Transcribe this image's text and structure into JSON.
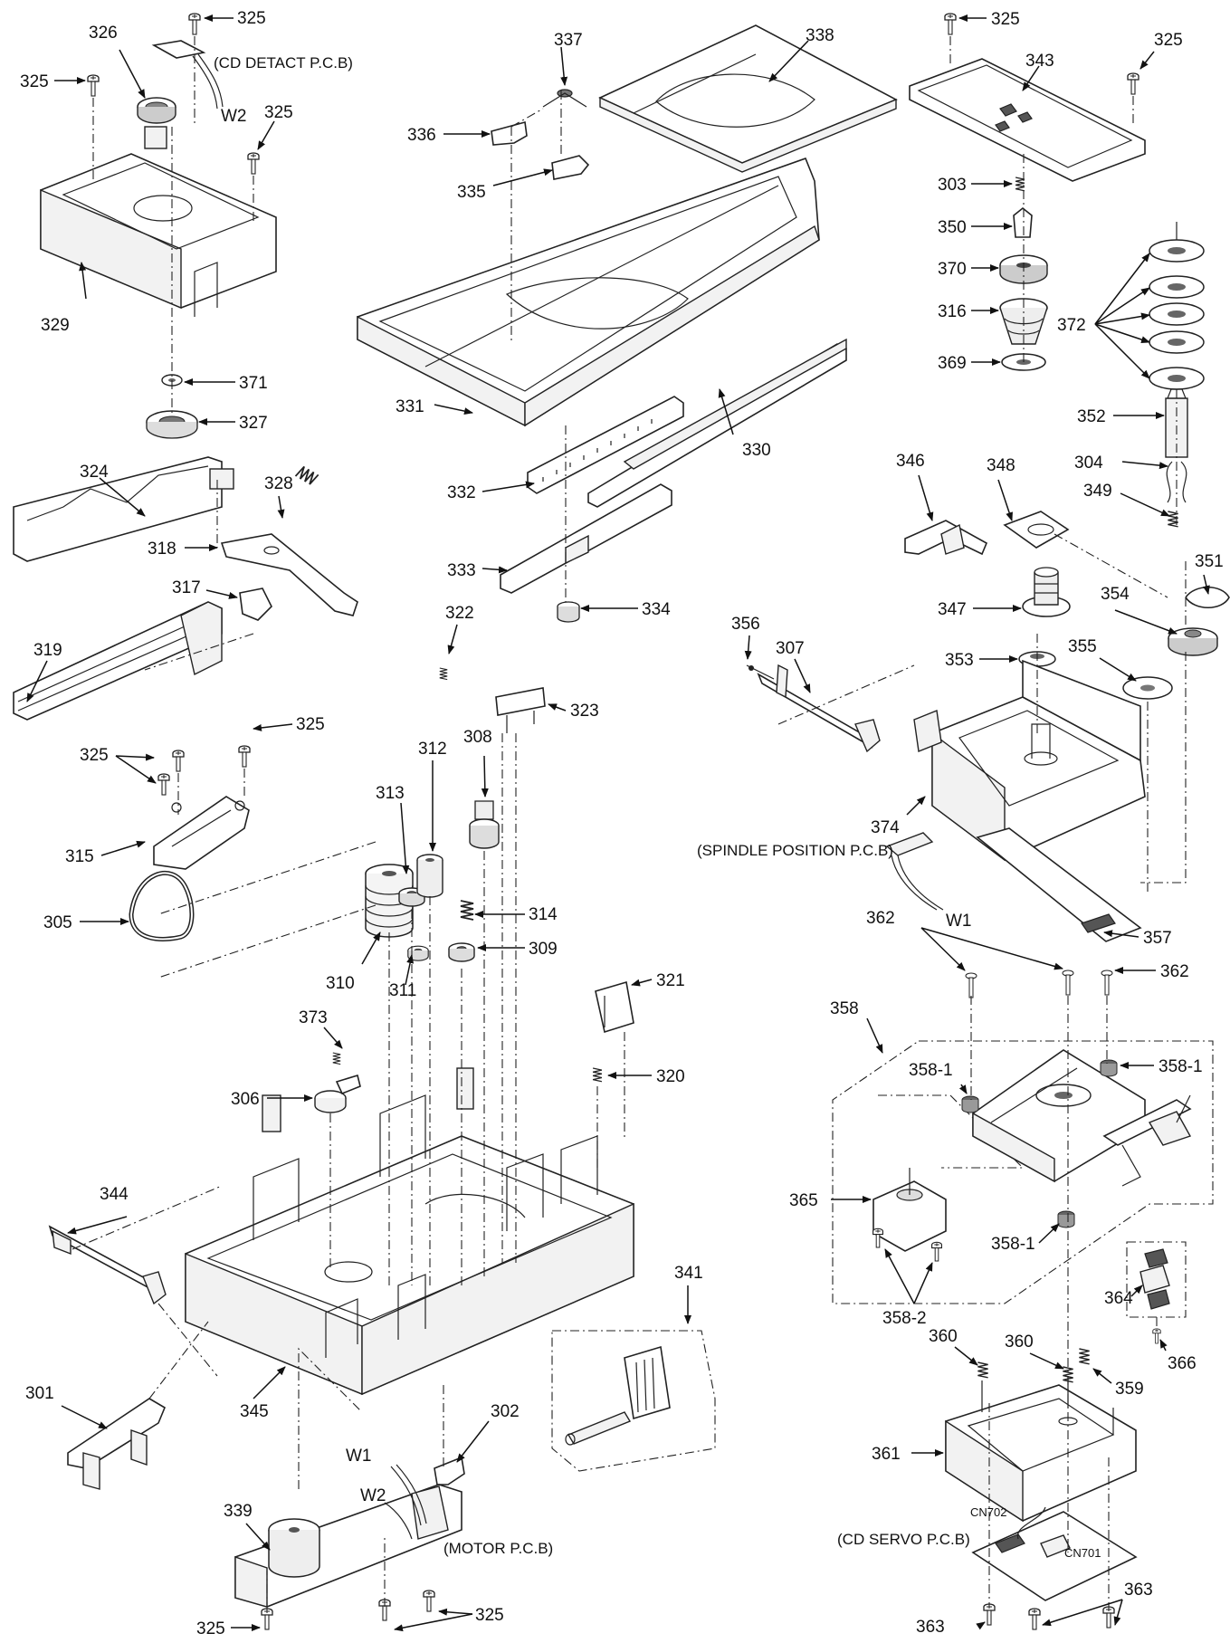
{
  "part_numbers": {
    "p301": "301",
    "p302": "302",
    "p303": "303",
    "p304": "304",
    "p305": "305",
    "p306": "306",
    "p307": "307",
    "p308": "308",
    "p309": "309",
    "p310": "310",
    "p311": "311",
    "p312": "312",
    "p313": "313",
    "p314": "314",
    "p315": "315",
    "p316": "316",
    "p317": "317",
    "p318": "318",
    "p319": "319",
    "p320": "320",
    "p321": "321",
    "p322": "322",
    "p323": "323",
    "p324": "324",
    "p325": "325",
    "p326": "326",
    "p327": "327",
    "p328": "328",
    "p329": "329",
    "p330": "330",
    "p331": "331",
    "p332": "332",
    "p333": "333",
    "p334": "334",
    "p335": "335",
    "p336": "336",
    "p337": "337",
    "p338": "338",
    "p339": "339",
    "p341": "341",
    "p343": "343",
    "p344": "344",
    "p345": "345",
    "p346": "346",
    "p347": "347",
    "p348": "348",
    "p349": "349",
    "p350": "350",
    "p351": "351",
    "p352": "352",
    "p353": "353",
    "p354": "354",
    "p355": "355",
    "p356": "356",
    "p357": "357",
    "p358": "358",
    "p358_1": "358-1",
    "p358_2": "358-2",
    "p359": "359",
    "p360": "360",
    "p361": "361",
    "p362": "362",
    "p363": "363",
    "p364": "364",
    "p365": "365",
    "p366": "366",
    "p369": "369",
    "p370": "370",
    "p371": "371",
    "p372": "372",
    "p373": "373",
    "p374": "374"
  },
  "wires": {
    "w1": "W1",
    "w2": "W2"
  },
  "captions": {
    "cd_detect_pcb": "(CD DETACT P.C.B)",
    "spindle_position_pcb": "(SPINDLE POSITION P.C.B)",
    "motor_pcb": "(MOTOR P.C.B)",
    "cd_servo_pcb": "(CD SERVO P.C.B)",
    "cn701": "CN701",
    "cn702": "CN702"
  }
}
